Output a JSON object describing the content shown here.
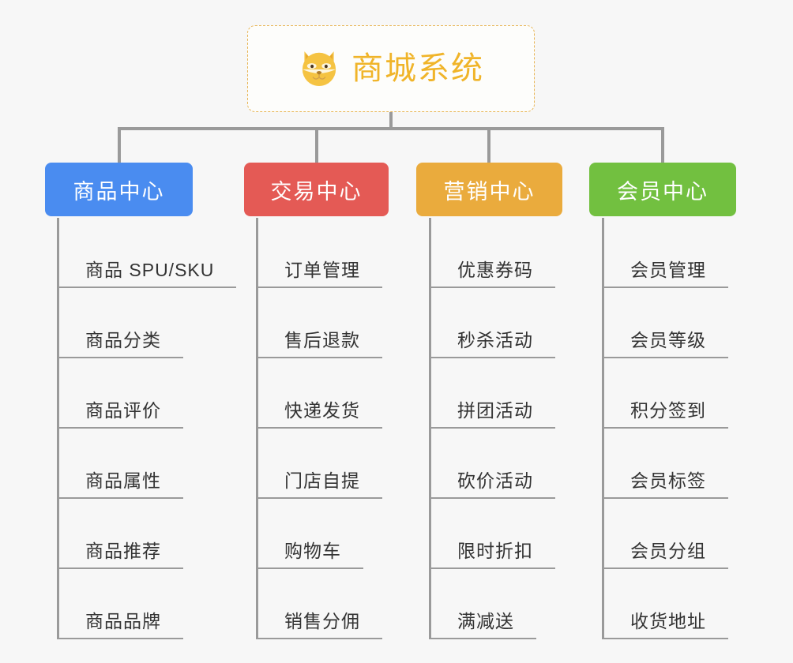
{
  "root": {
    "title": "商城系统",
    "icon": "shiba-dog-face-emoji",
    "border_color": "#e8b658",
    "text_color": "#f0b429"
  },
  "canvas": {
    "background": "#f7f7f7",
    "line_color": "#9a9a9a"
  },
  "branches": [
    {
      "label": "商品中心",
      "color": "#4a8cf0",
      "items": [
        "商品 SPU/SKU",
        "商品分类",
        "商品评价",
        "商品属性",
        "商品推荐",
        "商品品牌"
      ]
    },
    {
      "label": "交易中心",
      "color": "#e45a55",
      "items": [
        "订单管理",
        "售后退款",
        "快递发货",
        "门店自提",
        "购物车",
        "销售分佣"
      ]
    },
    {
      "label": "营销中心",
      "color": "#eaab3d",
      "items": [
        "优惠券码",
        "秒杀活动",
        "拼团活动",
        "砍价活动",
        "限时折扣",
        "满减送"
      ]
    },
    {
      "label": "会员中心",
      "color": "#72c040",
      "items": [
        "会员管理",
        "会员等级",
        "积分签到",
        "会员标签",
        "会员分组",
        "收货地址"
      ]
    }
  ]
}
